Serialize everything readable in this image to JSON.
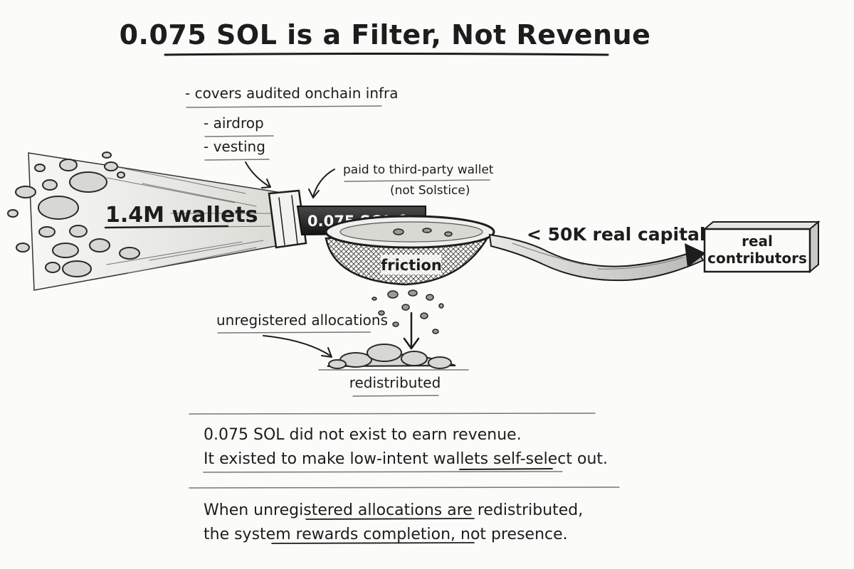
{
  "title": "0.075 SOL is a Filter, Not Revenue",
  "notes": {
    "infra_line": "- covers audited onchain infra",
    "airdrop": "- airdrop",
    "vesting": "- vesting",
    "paid_to": "paid to third-party wallet",
    "not_solstice": "(not Solstice)"
  },
  "labels": {
    "wallets": "1.4M wallets",
    "fee": "0.075 SOL fee",
    "friction": "friction",
    "real_capital": "< 50K real capital",
    "contributors_line1": "real",
    "contributors_line2": "contributors",
    "unregistered": "unregistered allocations",
    "redistributed": "redistributed"
  },
  "statements": {
    "line1": "0.075 SOL did not exist to earn revenue.",
    "line2_prefix": "It existed to make low-intent wallets ",
    "line2_emphasis": "self-select out",
    "line2_suffix": ".",
    "line3": "When unregistered allocations are redistributed,",
    "line4": "the system rewards completion, not presence."
  }
}
